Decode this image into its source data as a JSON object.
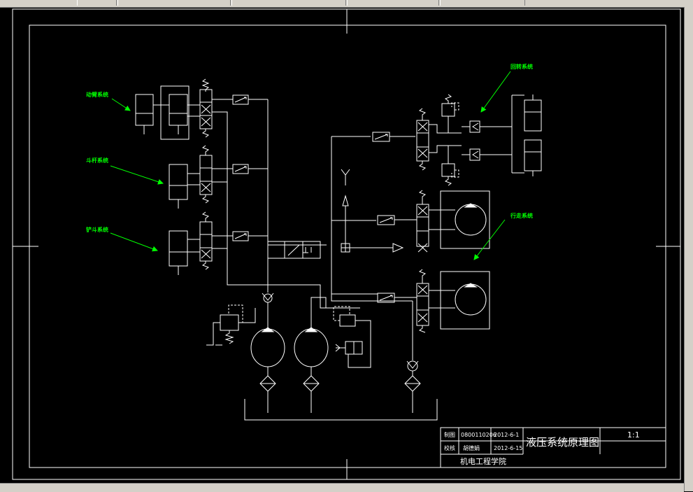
{
  "labels": {
    "slewing_system": "回转系统",
    "boom_system": "动臂系统",
    "arm_system": "斗杆系统",
    "bucket_system": "铲斗系统",
    "travel_system": "行走系统"
  },
  "title_block": {
    "drawn_label": "制图",
    "drawn_id": "0800110206",
    "drawn_date": "2012-6-1",
    "checked_label": "校核",
    "checked_name": "胡德娟",
    "checked_date": "2012-6-15",
    "drawing_title": "液压系统原理图",
    "scale": "1:1",
    "school": "机电工程学院"
  },
  "colors": {
    "background": "#000000",
    "line": "#ffffff",
    "label": "#00ff00"
  }
}
